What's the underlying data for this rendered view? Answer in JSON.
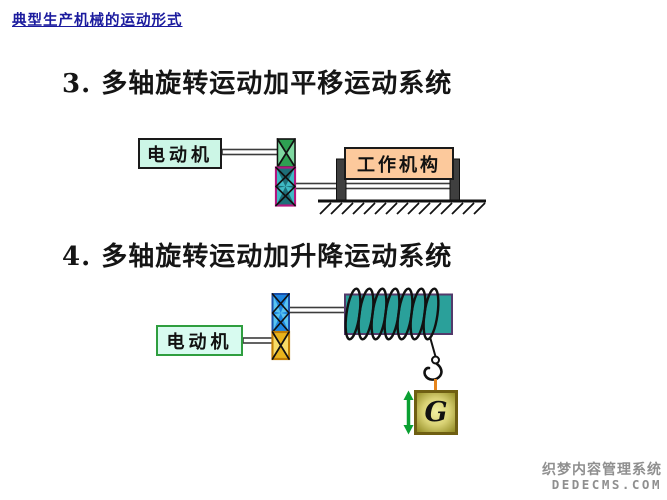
{
  "colors": {
    "header_blue": "#1b1b9e",
    "text_black": "#151515",
    "motor1_fill": "#ccf6e6",
    "motor1_border": "#1a1a1a",
    "motor2_fill": "#d8fbf0",
    "motor2_border": "#2f9e3f",
    "work_fill": "#fcc99c",
    "work_border": "#1a1a1a",
    "gear_green_fill": "#2ea052",
    "gear_green_hi": "#7fd8a0",
    "gear_teal_fill": "#1e6f79",
    "gear_teal_hi": "#3fb9c4",
    "gear_teal_border": "#b3177f",
    "gear_blue_fill": "#1e86e0",
    "gear_blue_hi": "#58c4f0",
    "gear_blue_border": "#1a4fa8",
    "gear_gold_fill": "#e9b41c",
    "gear_gold_hi": "#f8dc66",
    "gear_gold_border": "#bf7d05",
    "drum_fill": "#2aa09a",
    "drum_border": "#533a6b",
    "rope_black": "#111111",
    "link_orange": "#e5841c",
    "weight_border": "#6f5f12",
    "weight_edge": "#8f8820",
    "weight_center": "#f2efa0",
    "arrow_green": "#0aa032",
    "shaft_stroke": "#3c3c3c",
    "leg_gray": "#3f3f3f",
    "ground_black": "#111111",
    "watermark_gray": "#8f8f8f"
  },
  "header": {
    "title": "典型生产机械的运动形式"
  },
  "sections": [
    {
      "heading": "3. 多轴旋转运动加平移运动系统",
      "motor_label": "电动机",
      "work_label": "工作机构"
    },
    {
      "heading": "4. 多轴旋转运动加升降运动系统",
      "motor_label": "电动机",
      "weight_label": "G"
    }
  ],
  "watermark": {
    "line1": "织梦内容管理系统",
    "line2": "DEDECMS.COM"
  }
}
